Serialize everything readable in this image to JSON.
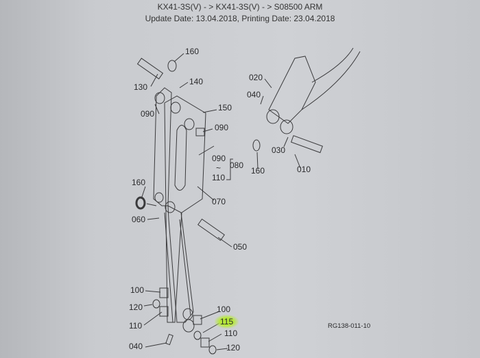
{
  "header": {
    "title": "KX41-3S(V) - > KX41-3S(V) - > S08500   ARM",
    "dates": "Update Date: 13.04.2018, Printing Date: 23.04.2018"
  },
  "diagram": {
    "main_labels": {
      "l160a": "160",
      "l130": "130",
      "l140": "140",
      "l090a": "090",
      "l150": "150",
      "l090b": "090",
      "l090c": "090",
      "ltilde": "~",
      "l110a": "110",
      "l080": "080",
      "l160b": "160",
      "l070": "070",
      "l060": "060",
      "l050": "050",
      "l100a": "100",
      "l120a": "120",
      "l110b": "110",
      "l040a": "040",
      "l100b": "100",
      "l115": "115",
      "l110c": "110",
      "l120b": "120"
    },
    "detail_labels": {
      "l020": "020",
      "l040": "040",
      "l030": "030",
      "l010": "010",
      "l160": "160"
    },
    "drawing_code": "RG138-011-10",
    "highlight_color": "#b6e83a"
  }
}
